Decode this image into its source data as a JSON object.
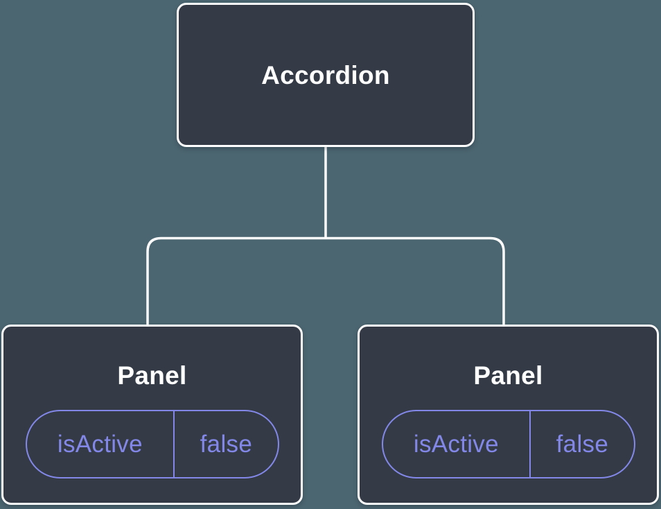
{
  "diagram": {
    "description": "Component tree diagram",
    "root": {
      "label": "Accordion"
    },
    "children": [
      {
        "label": "Panel",
        "props": [
          {
            "name": "isActive",
            "value": "false"
          }
        ]
      },
      {
        "label": "Panel",
        "props": [
          {
            "name": "isActive",
            "value": "false"
          }
        ]
      }
    ]
  },
  "colors": {
    "background": "#4C6671",
    "node_fill": "#343B47",
    "node_border": "#FFFFFF",
    "connector": "#FFFFFF",
    "accent": "#8388E8",
    "title_text": "#FFFFFF"
  }
}
